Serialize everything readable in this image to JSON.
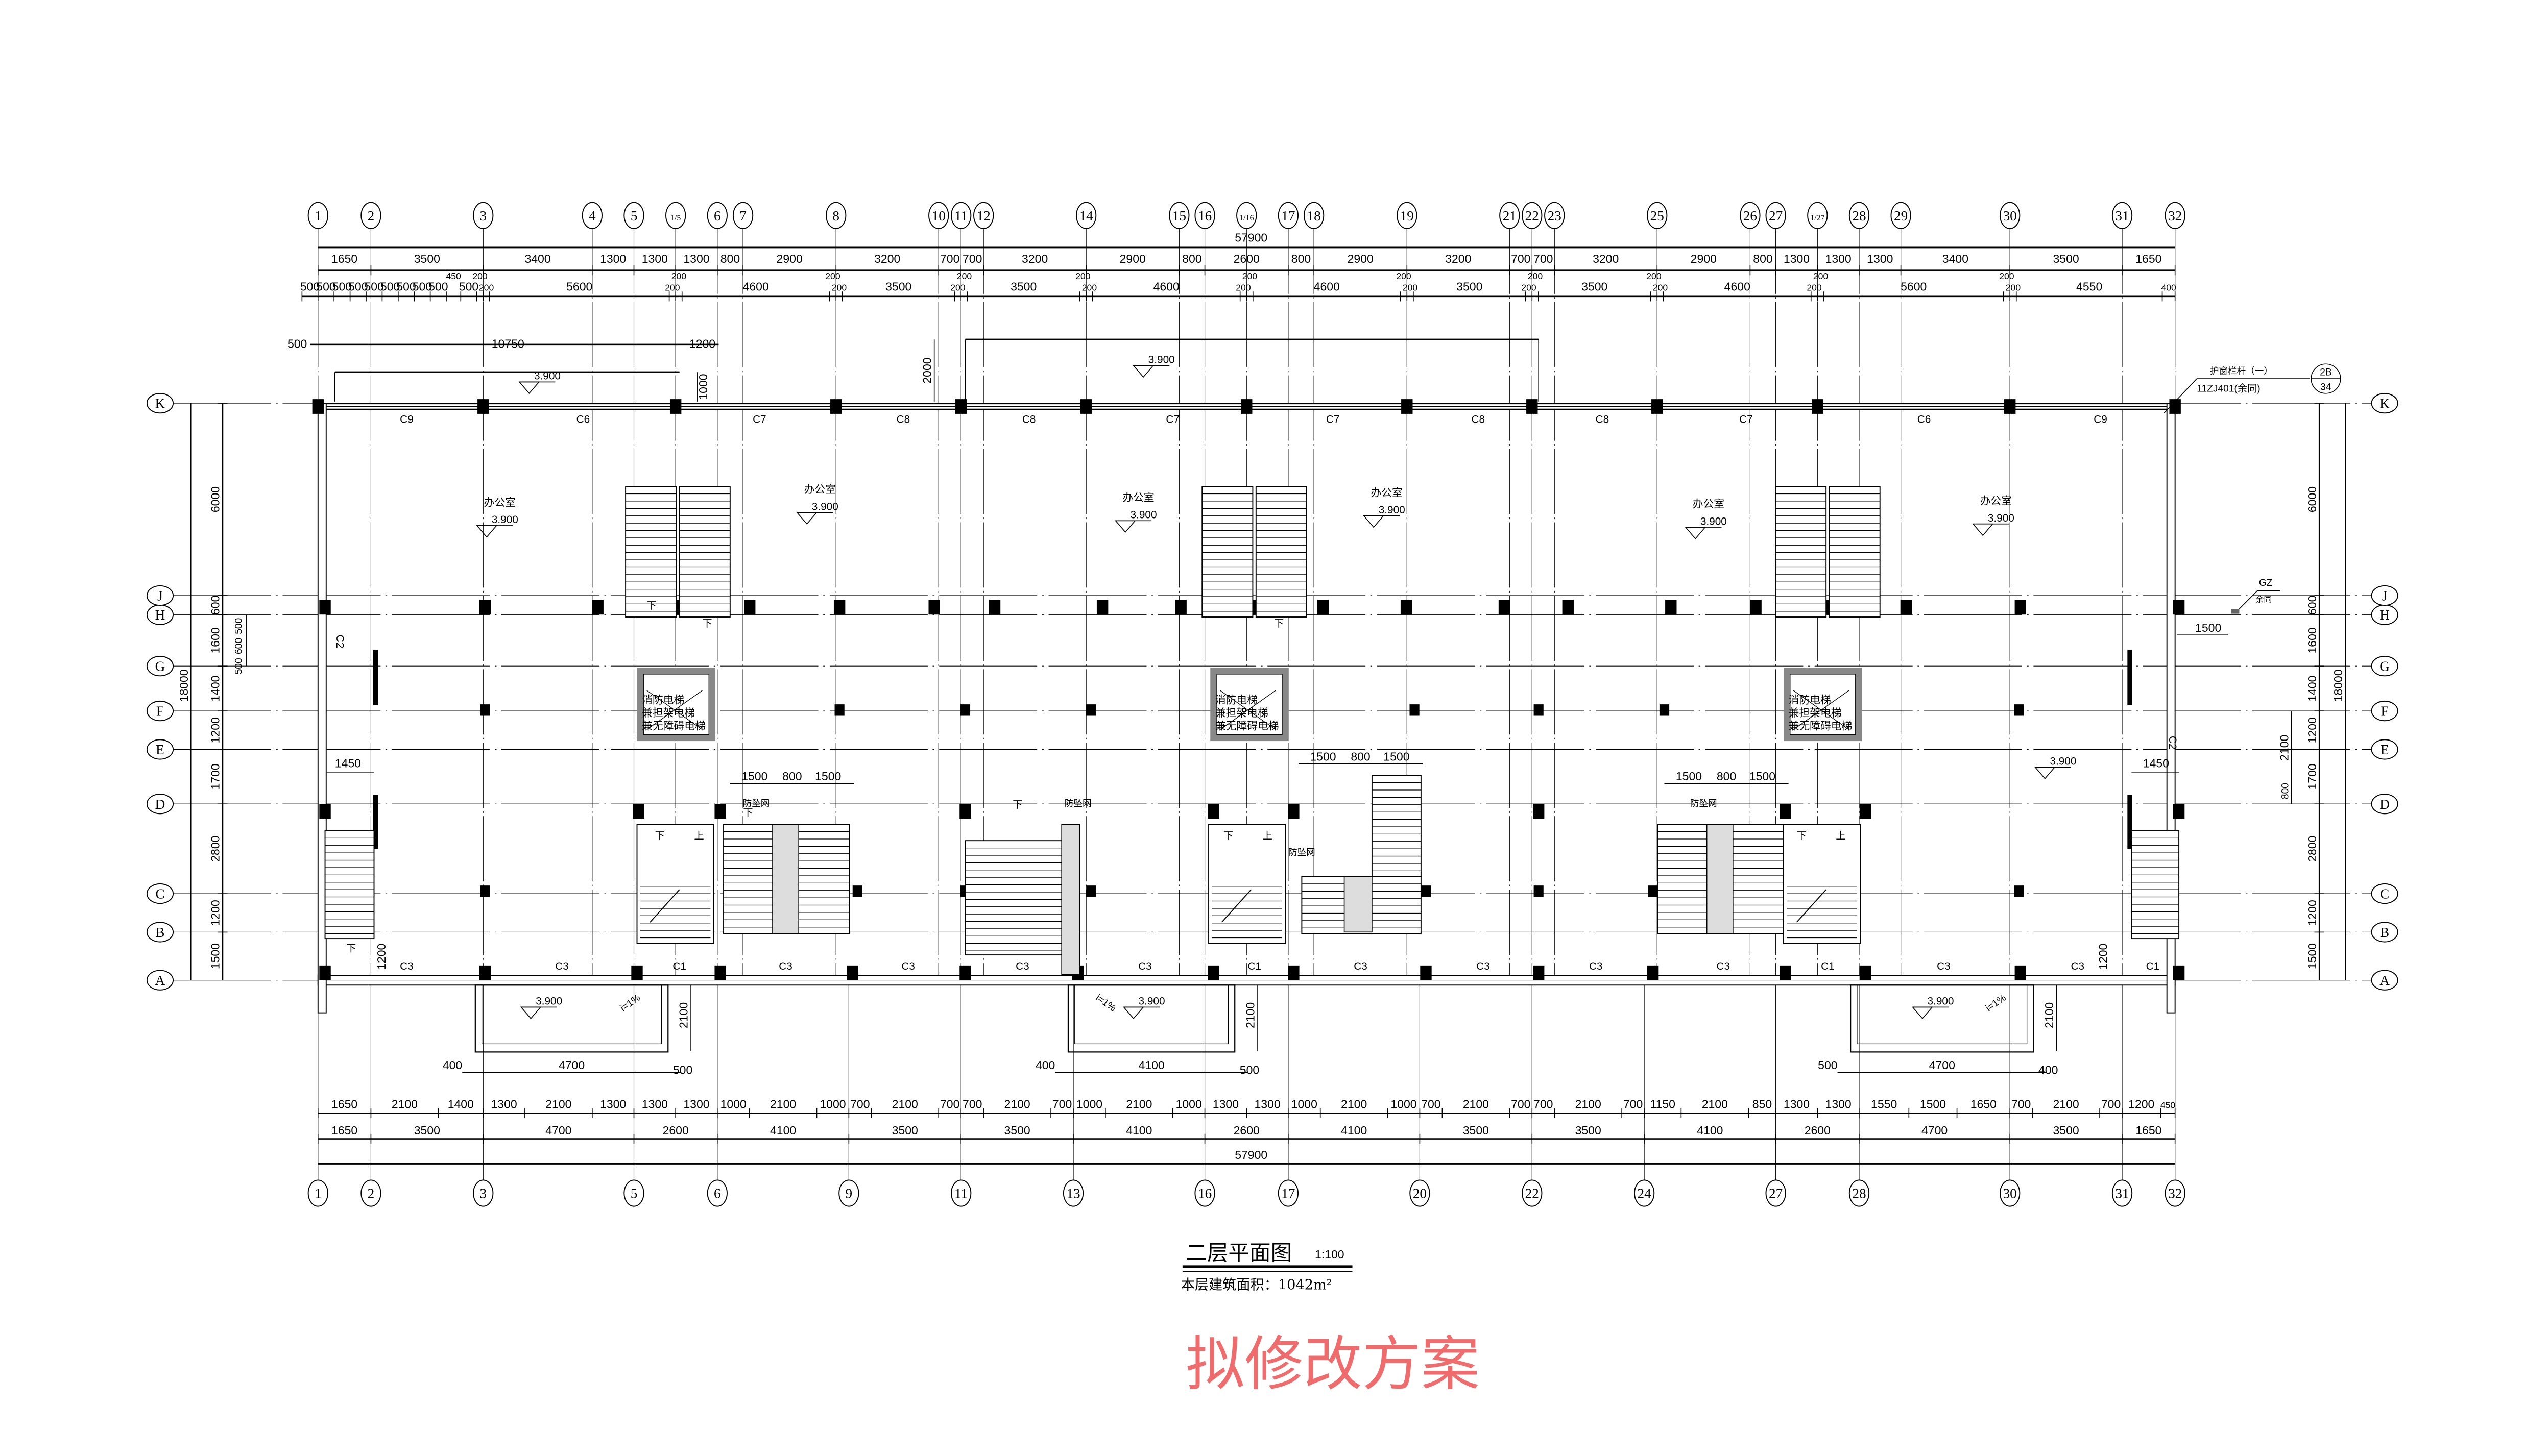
{
  "title": {
    "name": "二层平面图",
    "scale": "1:100",
    "area_label": "本层建筑面积：",
    "area_value": "1042m²"
  },
  "stamp": "拟修改方案",
  "stamp_color": "#f06b6b",
  "axes": {
    "top": [
      "1",
      "2",
      "3",
      "4",
      "5",
      "1/5",
      "6",
      "7",
      "8",
      "10",
      "11",
      "12",
      "14",
      "15",
      "16",
      "1/16",
      "17",
      "18",
      "19",
      "21",
      "22",
      "23",
      "25",
      "26",
      "27",
      "1/27",
      "28",
      "29",
      "30",
      "31",
      "32"
    ],
    "bottom": [
      "1",
      "2",
      "3",
      "5",
      "6",
      "9",
      "11",
      "13",
      "16",
      "17",
      "20",
      "22",
      "24",
      "27",
      "28",
      "30",
      "31",
      "32"
    ],
    "rows": [
      "A",
      "B",
      "C",
      "D",
      "E",
      "F",
      "G",
      "H",
      "J",
      "K"
    ]
  },
  "dims": {
    "top_total": "57900",
    "top_row1": [
      "1650",
      "3500",
      "3400",
      "1300",
      "1300",
      "1300",
      "800",
      "2900",
      "3200",
      "700",
      "700",
      "3200",
      "2900",
      "800",
      "2600",
      "800",
      "2900",
      "3200",
      "700",
      "700",
      "3200",
      "2900",
      "800",
      "1300",
      "1300",
      "1300",
      "3400",
      "3500",
      "1650"
    ],
    "top_row2": [
      "500",
      "500",
      "500",
      "500",
      "500",
      "500",
      "500",
      "500",
      "500",
      "450",
      "500",
      "200",
      "200",
      "5600",
      "200",
      "200",
      "4600",
      "200",
      "200",
      "3500",
      "200",
      "200",
      "3500",
      "200",
      "200",
      "4600",
      "200",
      "200",
      "4600",
      "200",
      "200",
      "3500",
      "200",
      "200",
      "3500",
      "200",
      "200",
      "4600",
      "200",
      "200",
      "5600",
      "200",
      "200",
      "4550",
      "400"
    ],
    "bottom_row1": [
      "1650",
      "2100",
      "1400",
      "1300",
      "2100",
      "1300",
      "1300",
      "1300",
      "1000",
      "2100",
      "1000",
      "700",
      "2100",
      "700",
      "700",
      "2100",
      "700",
      "1000",
      "2100",
      "1000",
      "1300",
      "1300",
      "1000",
      "2100",
      "1000",
      "700",
      "2100",
      "700",
      "700",
      "2100",
      "700",
      "1150",
      "2100",
      "850",
      "1300",
      "1300",
      "1550",
      "1500",
      "1650",
      "700",
      "2100",
      "700",
      "1200",
      "450"
    ],
    "bottom_row2": [
      "1650",
      "3500",
      "4700",
      "2600",
      "4100",
      "3500",
      "3500",
      "4100",
      "2600",
      "4100",
      "3500",
      "3500",
      "4100",
      "2600",
      "4700",
      "3500",
      "1650"
    ],
    "bottom_total": "57900",
    "side_rows": [
      "1500",
      "1200",
      "2800",
      "1700",
      "1200",
      "1400",
      "1600",
      "600",
      "6000"
    ],
    "side_total": "18000",
    "left_sub": [
      "500",
      "600",
      "500"
    ],
    "right_sub": [
      "2100",
      "800"
    ],
    "balconies": [
      {
        "left": "400",
        "width": "4700",
        "right": "500",
        "depth": "2100"
      },
      {
        "left": "400",
        "width": "4100",
        "right": "500",
        "depth": "2100"
      },
      {
        "left": "500",
        "width": "4700",
        "right": "400",
        "depth": "2100"
      }
    ],
    "canopy": {
      "left": "500",
      "width": "10750",
      "right": "1200",
      "depth": "1000",
      "depth2": "2000"
    },
    "core_spacing": [
      [
        "1500",
        "800",
        "1500"
      ],
      [
        "1500",
        "800",
        "1500"
      ],
      [
        "1500",
        "800",
        "1500"
      ]
    ],
    "stair_offset": [
      "1450",
      "1450"
    ],
    "sill": [
      "1200",
      "1200"
    ],
    "gz_offset": "1500"
  },
  "windows": {
    "north": [
      "C9",
      "C6",
      "C7",
      "C8",
      "C8",
      "C7",
      "C7",
      "C8",
      "C8",
      "C7",
      "C6",
      "C9"
    ],
    "south": [
      "C3",
      "C3",
      "C1",
      "C3",
      "C3",
      "C3",
      "C3",
      "C1",
      "C3",
      "C3",
      "C3",
      "C3",
      "C1",
      "C3",
      "C3",
      "C1"
    ],
    "side": [
      "C2",
      "C2"
    ]
  },
  "rooms": [
    {
      "name": "办公室",
      "level": "3.900"
    },
    {
      "name": "办公室",
      "level": "3.900"
    },
    {
      "name": "办公室",
      "level": "3.900"
    },
    {
      "name": "办公室",
      "level": "3.900"
    },
    {
      "name": "办公室",
      "level": "3.900"
    },
    {
      "name": "办公室",
      "level": "3.900"
    }
  ],
  "levels": [
    "3.900",
    "3.900",
    "3.900",
    "3.900",
    "3.900",
    "3.900"
  ],
  "elevator_label": [
    "消防电梯",
    "兼担架电梯",
    "兼无障碍电梯"
  ],
  "stair_labels": {
    "down": "下",
    "up": "上"
  },
  "fall_net": "防坠网",
  "slope": "i=1%",
  "gz": {
    "label": "GZ",
    "note": "余同"
  },
  "railing": {
    "name": "护窗栏杆（一）",
    "ref": "11ZJ401(余同)",
    "detail": "2B",
    "sheet": "34"
  }
}
